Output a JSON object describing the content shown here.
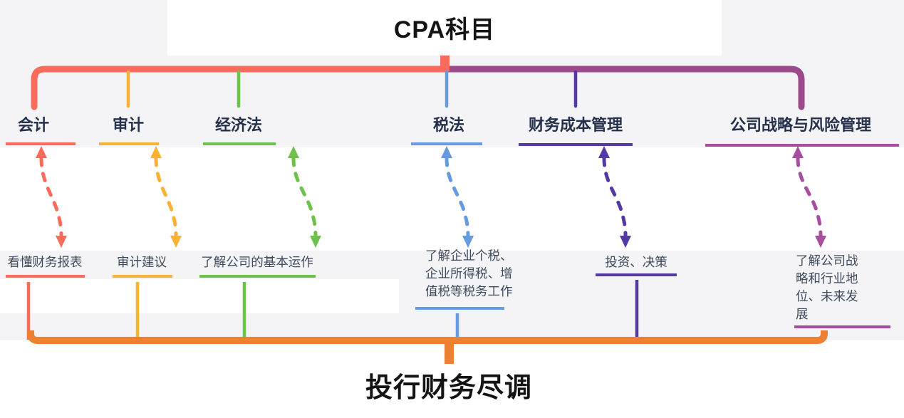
{
  "diagram": {
    "root_label": "CPA科目",
    "bottom_label": "投行财务尽调"
  },
  "branches": [
    {
      "id": "accounting",
      "label": "会计",
      "benefit": "看懂财务报表",
      "color": "#F96C5B"
    },
    {
      "id": "auditing",
      "label": "审计",
      "benefit": "审计建议",
      "color": "#F9B234"
    },
    {
      "id": "economic-law",
      "label": "经济法",
      "benefit": "了解公司的基本运作",
      "color": "#6DC24B"
    },
    {
      "id": "tax-law",
      "label": "税法",
      "benefit": "了解企业个税、企业所得税、增值税等税务工作",
      "color": "#659BE0"
    },
    {
      "id": "financial-cost-management",
      "label": "财务成本管理",
      "benefit": "投资、决策",
      "color": "#5438A3"
    },
    {
      "id": "strategy-risk-management",
      "label": "公司战略与风险管理",
      "benefit": "了解公司战略和行业地位、未来发展",
      "color": "#A84E9E"
    }
  ],
  "colors": {
    "top_bracket_left": "#F96C5B",
    "top_bracket_right": "#9C4A8C",
    "bottom_bracket": "#EC8133",
    "canvas_band": "#F4F4F7",
    "title_text": "#141414",
    "subject_text": "#25304A",
    "benefit_text": "#3E4A5B"
  }
}
